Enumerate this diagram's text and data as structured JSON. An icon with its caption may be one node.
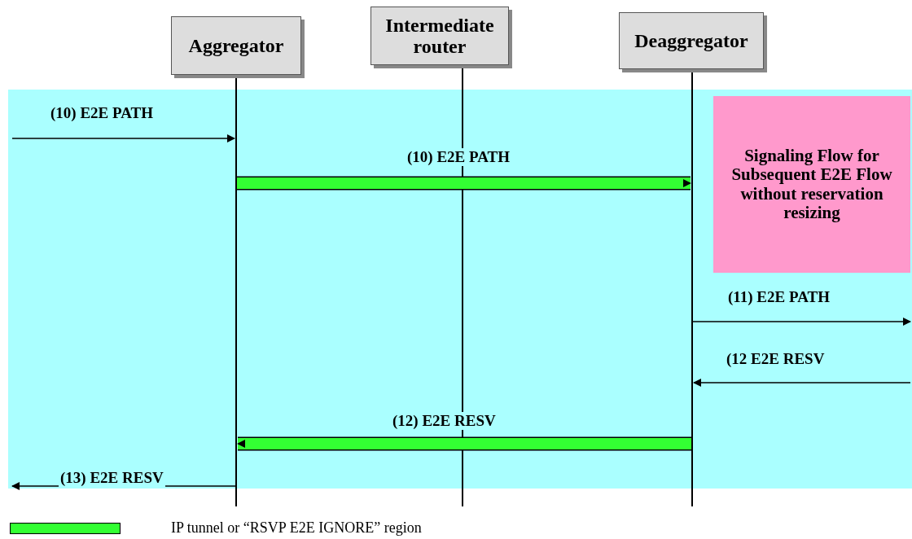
{
  "diagram": {
    "nodes": [
      {
        "text": [
          "Aggregator"
        ]
      },
      {
        "text": [
          "Intermediate router"
        ]
      },
      {
        "text": [
          "Deaggregator"
        ]
      },
      {
        "text": [
          "Signaling Flow for Subsequent E2E Flow without reservation resizing"
        ]
      }
    ],
    "edges": [
      {
        "from": null,
        "to": 0,
        "arrow": "to",
        "label": "(10) E2E PATH"
      },
      {
        "from": 0,
        "to": 2,
        "arrow": "to",
        "label": "(10) E2E PATH",
        "style": "thick",
        "color": "#33ff33"
      },
      {
        "from": 2,
        "to": null,
        "arrow": "to",
        "label": "(11) E2E PATH"
      },
      {
        "from": null,
        "to": 2,
        "arrow": "to",
        "label": "(12 E2E RESV"
      },
      {
        "from": 2,
        "to": 0,
        "arrow": "to",
        "label": "(12) E2E RESV",
        "style": "thick",
        "color": "#33ff33"
      },
      {
        "from": 0,
        "to": null,
        "arrow": "to",
        "label": "(13) E2E RESV"
      }
    ],
    "legend": [
      {
        "text": "IP tunnel or “RSVP E2E IGNORE” region",
        "color": "#33ff33"
      }
    ]
  }
}
